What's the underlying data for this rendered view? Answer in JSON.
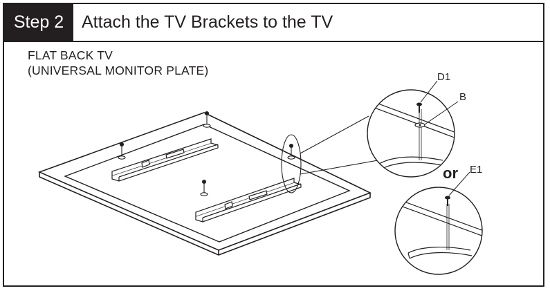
{
  "step": {
    "badge": "Step 2",
    "title": "Attach the TV Brackets to the TV"
  },
  "caption": {
    "line1": "FLAT BACK TV",
    "line2": "(UNIVERSAL MONITOR PLATE)"
  },
  "callouts": {
    "screw_top": "D1",
    "washer": "B",
    "or_label": "or",
    "screw_bottom": "E1"
  },
  "colors": {
    "ink": "#231f20",
    "background": "#ffffff"
  }
}
